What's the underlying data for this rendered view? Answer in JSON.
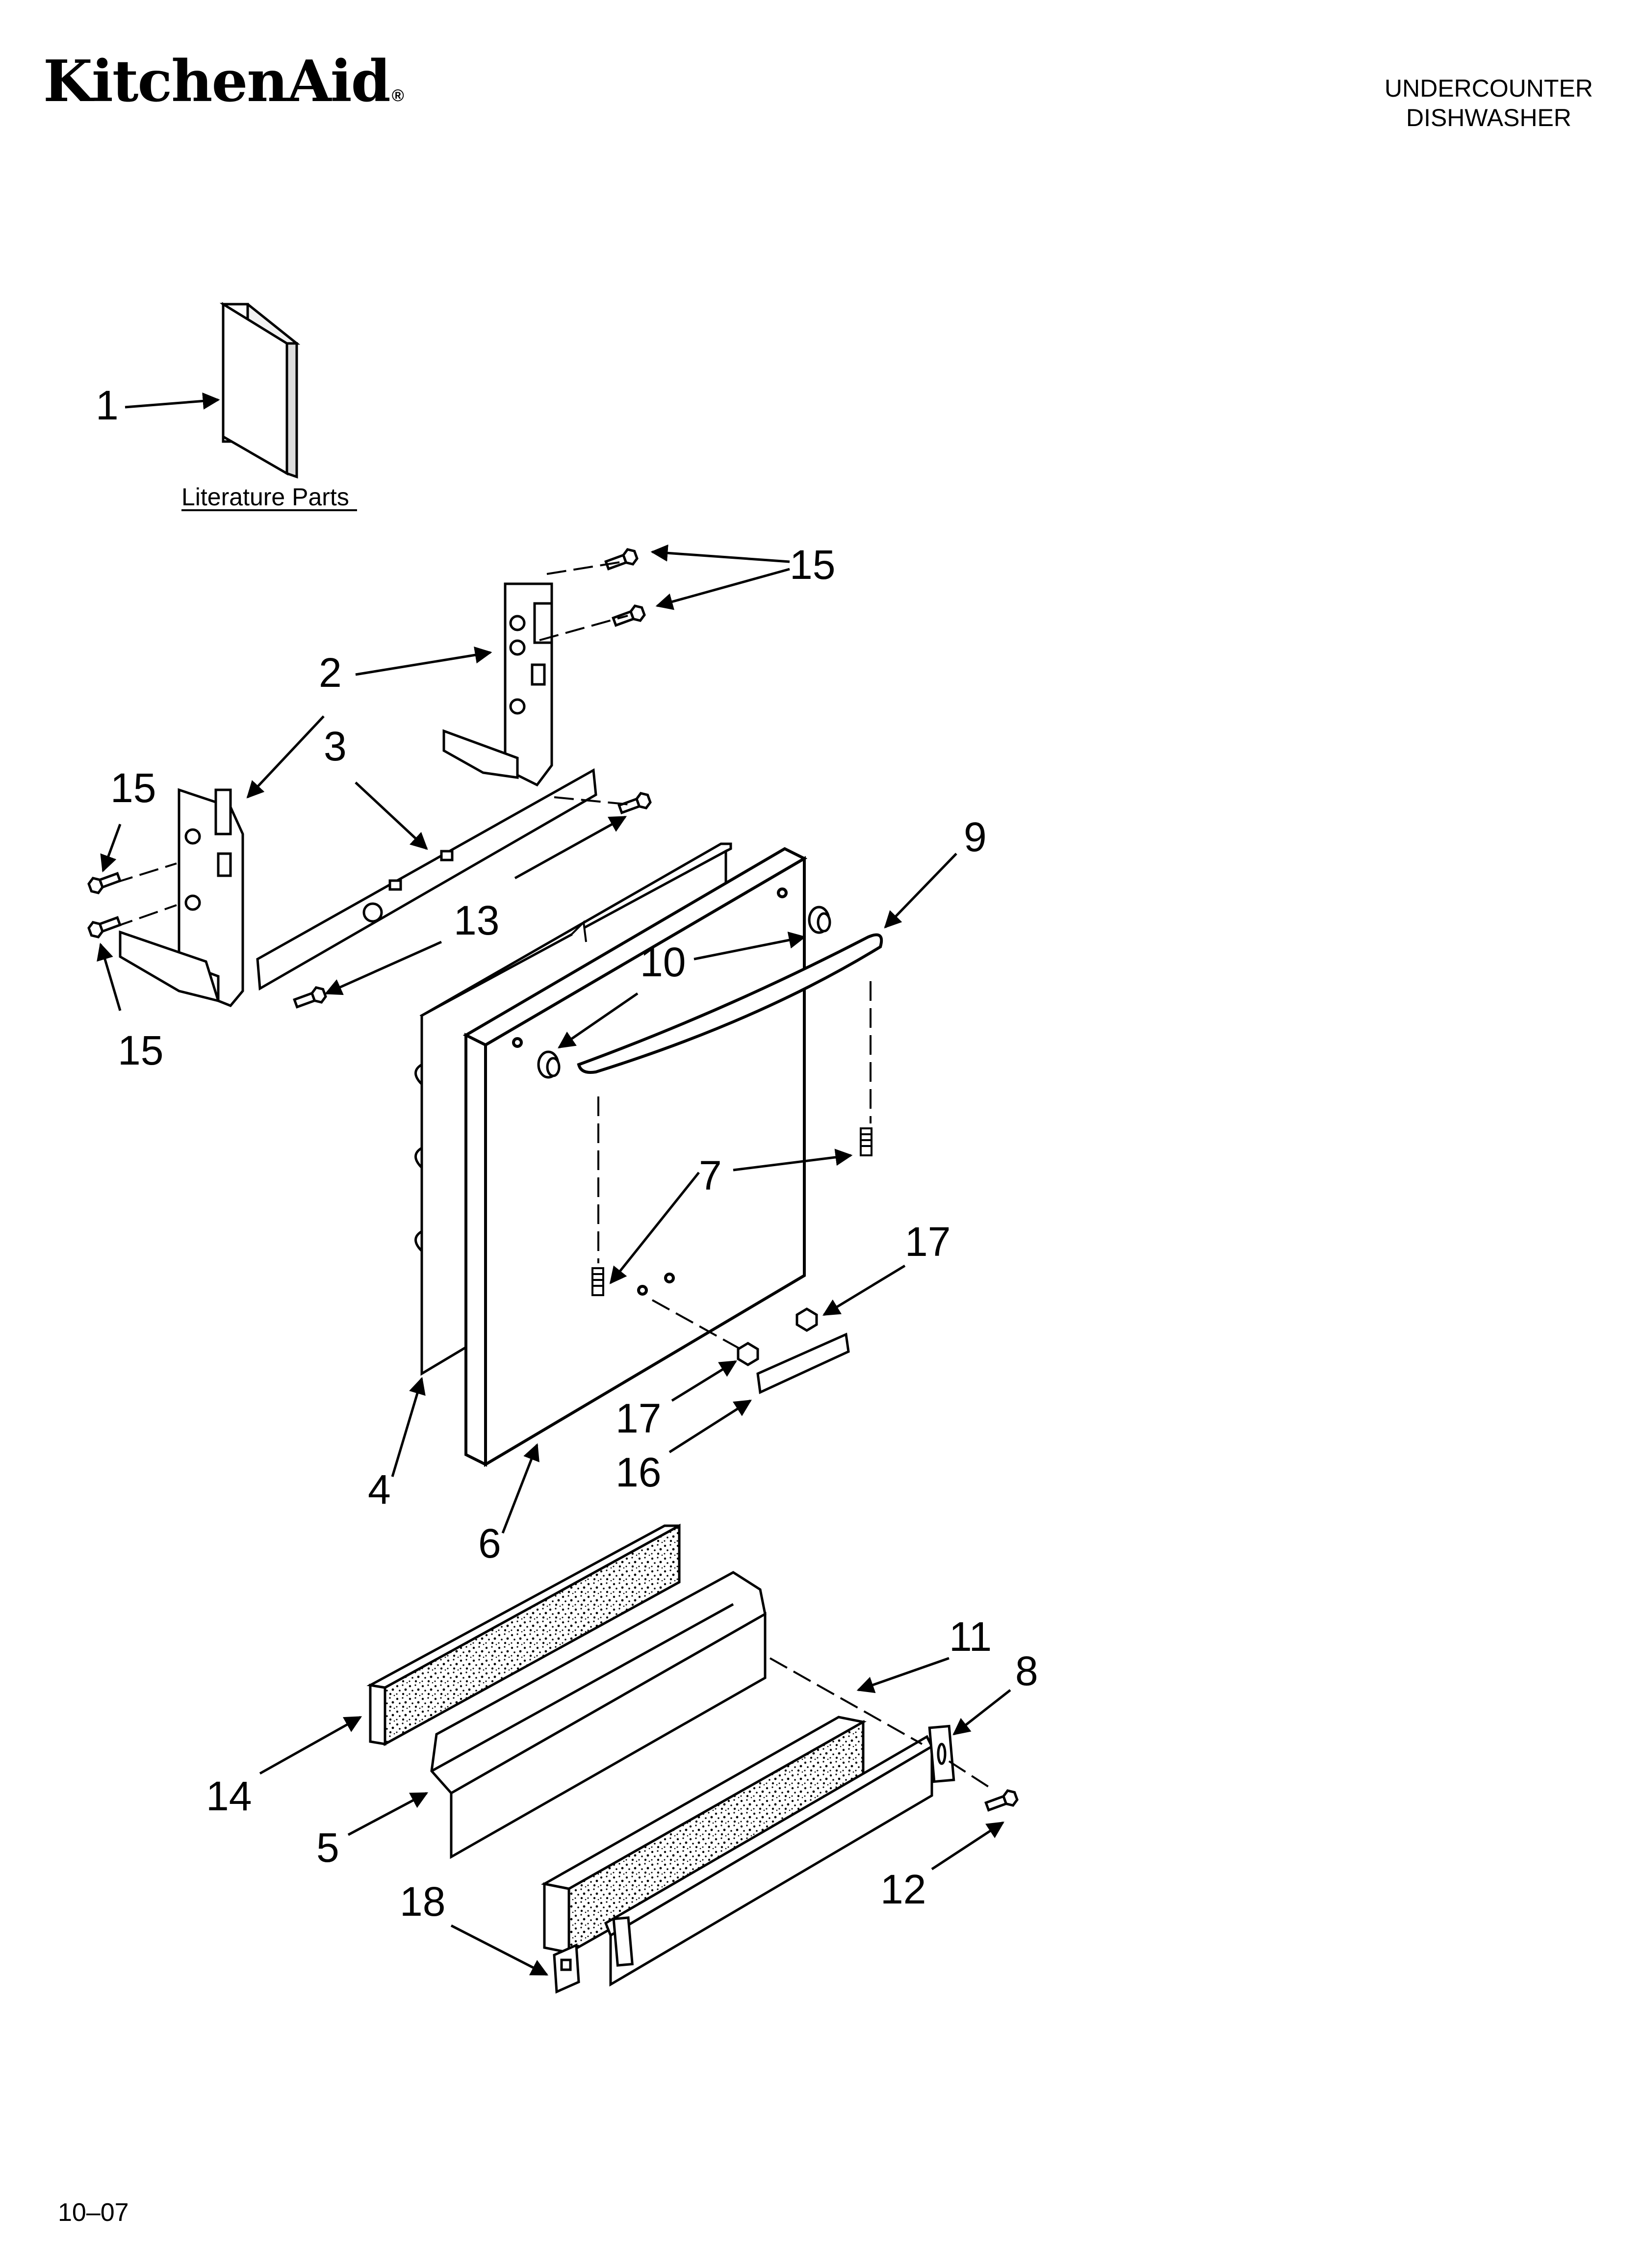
{
  "header": {
    "brand": "KitchenAid",
    "brand_mark": "®",
    "product_line1": "UNDERCOUNTER",
    "product_line2": "DISHWASHER"
  },
  "literature_label": "Literature Parts",
  "callouts": {
    "c1": "1",
    "c2": "2",
    "c3": "3",
    "c4": "4",
    "c5": "5",
    "c6": "6",
    "c7": "7",
    "c8": "8",
    "c9": "9",
    "c10": "10",
    "c11": "11",
    "c12": "12",
    "c13": "13",
    "c14": "14",
    "c15": "15",
    "c16": "16",
    "c17": "17",
    "c18": "18"
  },
  "footer": {
    "date": "10–07"
  }
}
